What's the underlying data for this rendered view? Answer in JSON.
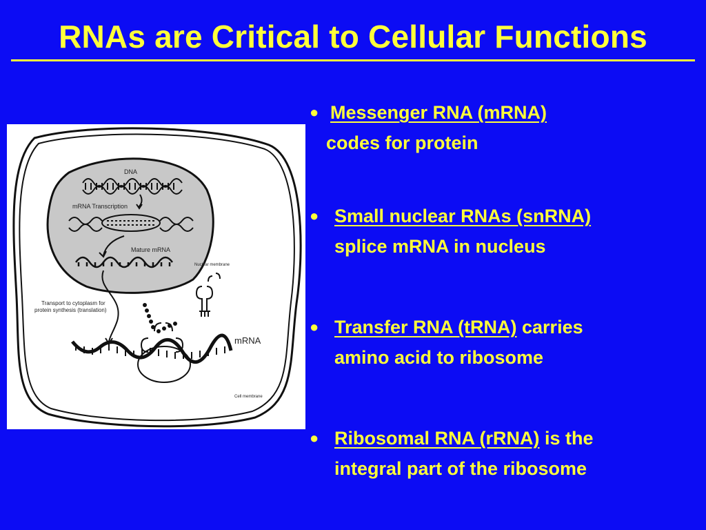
{
  "slide": {
    "title": "RNAs are Critical to Cellular Functions"
  },
  "bullets": [
    {
      "term": "Messenger RNA (mRNA)",
      "rest": "",
      "line2": "codes for protein"
    },
    {
      "term": "Small nuclear RNAs (snRNA)",
      "rest": "",
      "line2": "splice mRNA in nucleus"
    },
    {
      "term": "Transfer RNA (tRNA)",
      "rest": " carries",
      "line2": "amino acid to ribosome"
    },
    {
      "term": "Ribosomal RNA (rRNA)",
      "rest": " is the",
      "line2": "integral part of the ribosome"
    }
  ],
  "figure": {
    "labels": {
      "dna": "DNA",
      "transcription": "mRNA Transcription",
      "mature": "Mature mRNA",
      "nuclear_membrane": "Nuclear membrane",
      "transport_1": "Transport to cytoplasm for",
      "transport_2": "protein synthesis (translation)",
      "mrna": "mRNA",
      "cell_membrane": "Cell membrane"
    }
  },
  "colors": {
    "background": "#0c0cf4",
    "text": "#ffff3a",
    "figure_bg": "#ffffff"
  }
}
